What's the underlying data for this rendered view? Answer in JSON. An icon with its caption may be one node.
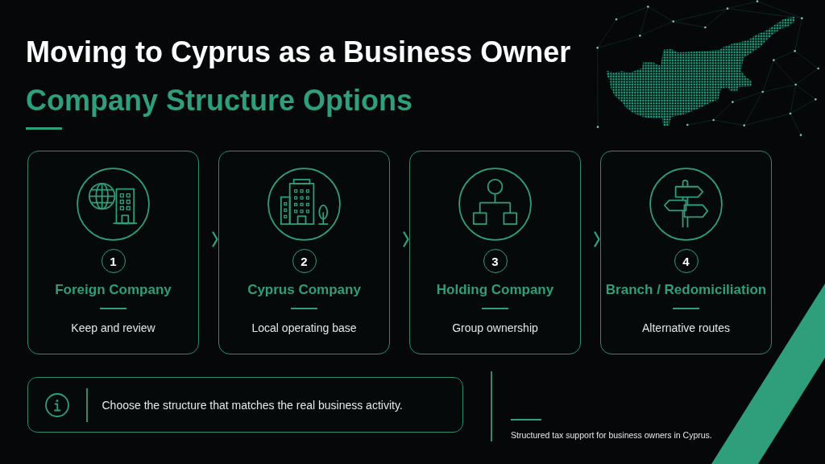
{
  "diagram": {
    "title": "Moving to Cyprus as a Business Owner",
    "nodes": [
      {
        "text": [
          "Foreign Company",
          "Keep and review"
        ]
      },
      {
        "text": [
          "1"
        ],
        "in": 0
      },
      {
        "text": [
          "Cyprus Company",
          "Local operating base"
        ]
      },
      {
        "text": [
          "2"
        ],
        "in": 2
      },
      {
        "text": [
          "Holding Company",
          "Group ownership"
        ]
      },
      {
        "text": [
          "3"
        ],
        "in": 4
      },
      {
        "text": [
          "Branch / Redomiciliation",
          "Alternative routes"
        ]
      },
      {
        "text": [
          "4"
        ],
        "in": 6
      },
      {
        "text": [
          "Choose the structure that matches the real business activity."
        ]
      }
    ],
    "edges": [
      {
        "from": 0,
        "to": 2,
        "arrow": "to"
      },
      {
        "from": 2,
        "to": 4,
        "arrow": "to"
      },
      {
        "from": 4,
        "to": 6,
        "arrow": "to"
      }
    ],
    "labels": [
      "Company Structure Options",
      "Structured tax support for business owners in Cyprus."
    ]
  }
}
